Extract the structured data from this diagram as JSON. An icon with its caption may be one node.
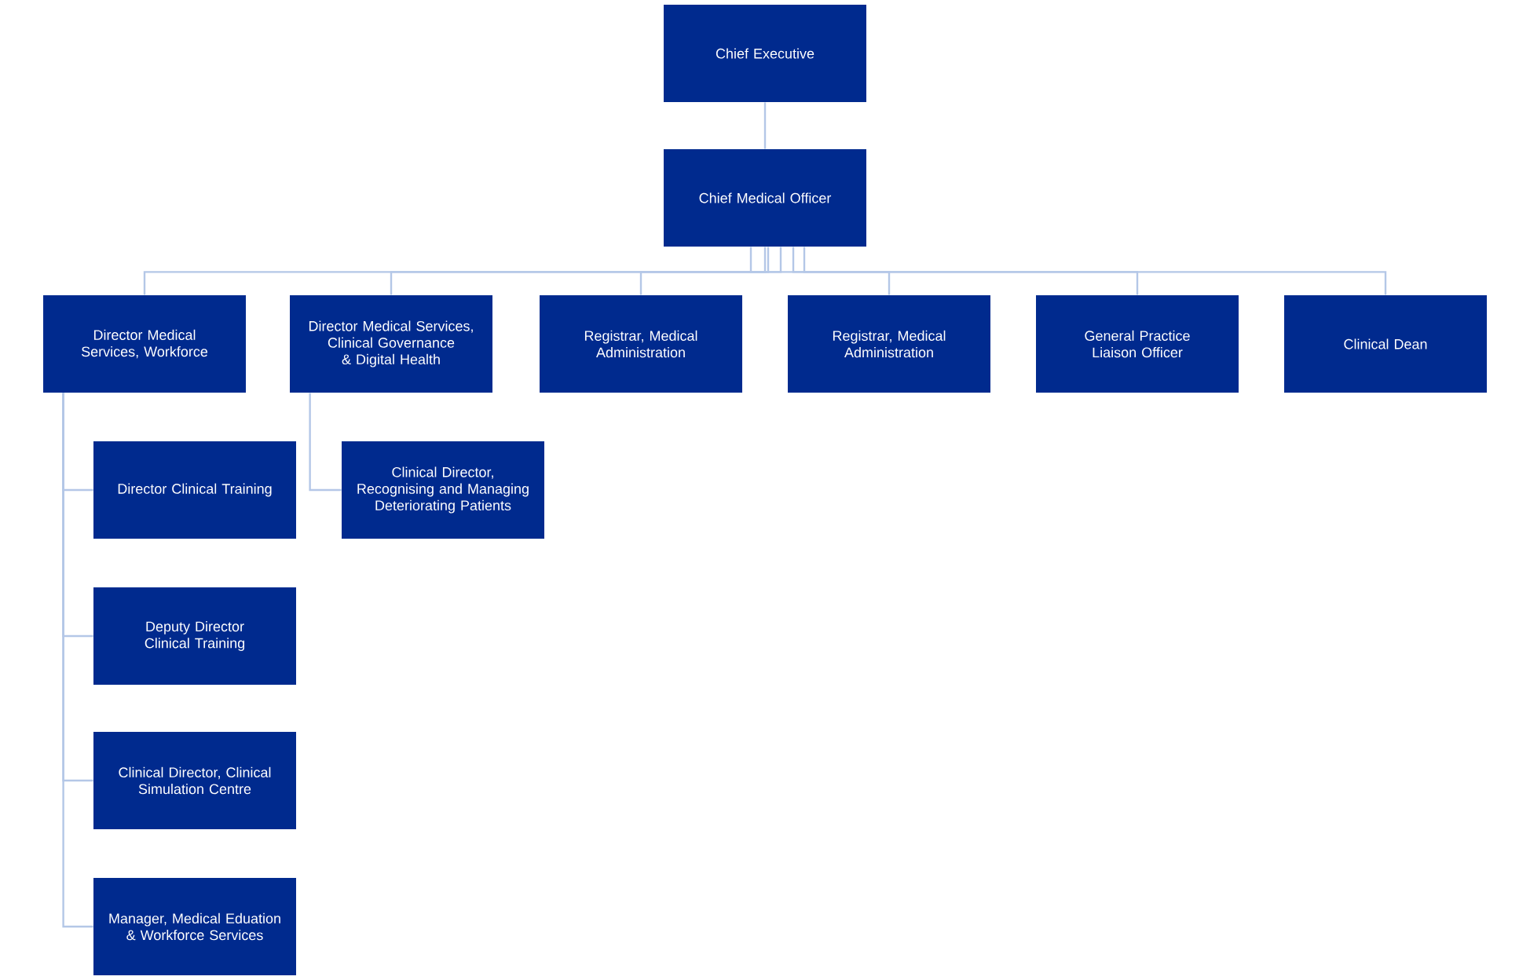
{
  "diagram": {
    "nodes": [
      {
        "text": [
          "Chief Executive"
        ]
      },
      {
        "text": [
          "Chief Medical Officer"
        ]
      },
      {
        "text": [
          "Director Medical Services, Workforce"
        ]
      },
      {
        "text": [
          "Director Medical Services, Clinical Governance & Digital Health"
        ]
      },
      {
        "text": [
          "Registrar, Medical Administration"
        ]
      },
      {
        "text": [
          "Registrar, Medical Administration"
        ]
      },
      {
        "text": [
          "General Practice Liaison Officer"
        ]
      },
      {
        "text": [
          "Clinical Dean"
        ]
      },
      {
        "text": [
          "Director Clinical Training"
        ]
      },
      {
        "text": [
          "Deputy Director Clinical Training"
        ]
      },
      {
        "text": [
          "Clinical Director, Clinical Simulation Centre"
        ]
      },
      {
        "text": [
          "Manager, Medical Eduation & Workforce Services"
        ]
      },
      {
        "text": [
          "Clinical Director, Recognising and Managing Deteriorating Patients"
        ]
      }
    ],
    "edges": [
      {
        "from": 0,
        "to": 1,
        "arrow": "none"
      },
      {
        "from": 1,
        "to": 2,
        "arrow": "none"
      },
      {
        "from": 1,
        "to": 3,
        "arrow": "none"
      },
      {
        "from": 1,
        "to": 4,
        "arrow": "none"
      },
      {
        "from": 1,
        "to": 5,
        "arrow": "none"
      },
      {
        "from": 1,
        "to": 6,
        "arrow": "none"
      },
      {
        "from": 1,
        "to": 7,
        "arrow": "none"
      },
      {
        "from": 2,
        "to": 8,
        "arrow": "none"
      },
      {
        "from": 2,
        "to": 9,
        "arrow": "none"
      },
      {
        "from": 2,
        "to": 10,
        "arrow": "none"
      },
      {
        "from": 2,
        "to": 11,
        "arrow": "none"
      },
      {
        "from": 3,
        "to": 12,
        "arrow": "none"
      }
    ]
  }
}
